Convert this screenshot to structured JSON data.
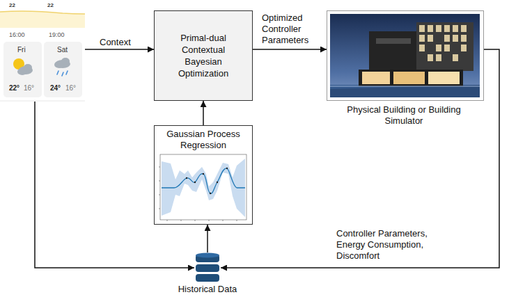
{
  "diagram": {
    "nodes": [
      {
        "text": [
          "22",
          "22",
          "16:00",
          "19:00",
          "Fri",
          "22°",
          "16°",
          "Sat",
          "24°",
          "16°"
        ]
      },
      {
        "text": [
          "Primal-dual Contextual Bayesian Optimization"
        ]
      },
      {
        "text": [
          "Physical Building or Building Simulator"
        ]
      },
      {
        "text": [
          "Gaussian Process Regression"
        ]
      },
      {
        "text": [
          "Historical Data"
        ]
      }
    ],
    "edges": [
      {
        "from": 0,
        "to": 1,
        "arrow": "to",
        "label": "Context"
      },
      {
        "from": 1,
        "to": 2,
        "arrow": "to",
        "label": "Optimized Controller Parameters"
      },
      {
        "from": 2,
        "to": 4,
        "arrow": "to",
        "label": "Controller Parameters, Energy Consumption, Discomfort"
      },
      {
        "from": 0,
        "to": 4,
        "arrow": "to"
      },
      {
        "from": 4,
        "to": 3,
        "arrow": "to"
      },
      {
        "from": 3,
        "to": 1,
        "arrow": "to"
      }
    ]
  }
}
